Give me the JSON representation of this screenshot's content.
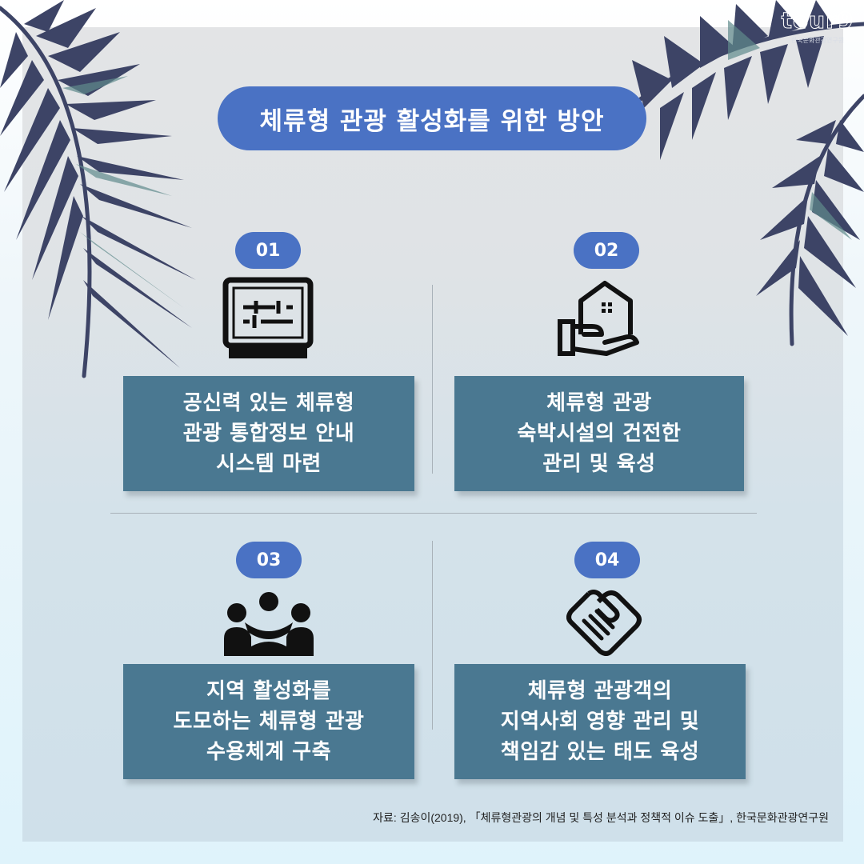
{
  "logo": {
    "name": "tour9",
    "subtitle": "한국문화관광연구원"
  },
  "title": "체류형 관광 활성화를 위한 방안",
  "items": [
    {
      "number": "01",
      "icon": "monitor-icon",
      "lines": [
        "공신력 있는 체류형",
        "관광 통합정보 안내",
        "시스템 마련"
      ]
    },
    {
      "number": "02",
      "icon": "house-in-hand-icon",
      "lines": [
        "체류형 관광",
        "숙박시설의 건전한",
        "관리 및 육성"
      ]
    },
    {
      "number": "03",
      "icon": "community-people-icon",
      "lines": [
        "지역 활성화를",
        "도모하는 체류형 관광",
        "수용체계 구축"
      ]
    },
    {
      "number": "04",
      "icon": "handshake-icon",
      "lines": [
        "체류형 관광객의",
        "지역사회 영향 관리 및",
        "책임감 있는 태도 육성"
      ]
    }
  ],
  "source": "자료: 김송이(2019), 「체류형관광의 개념 및 특성 분석과 정책적 이슈 도출」, 한국문화관광연구원",
  "colors": {
    "accent": "#4a72c4",
    "card": "#4a7891",
    "palm": "#3d4466"
  }
}
